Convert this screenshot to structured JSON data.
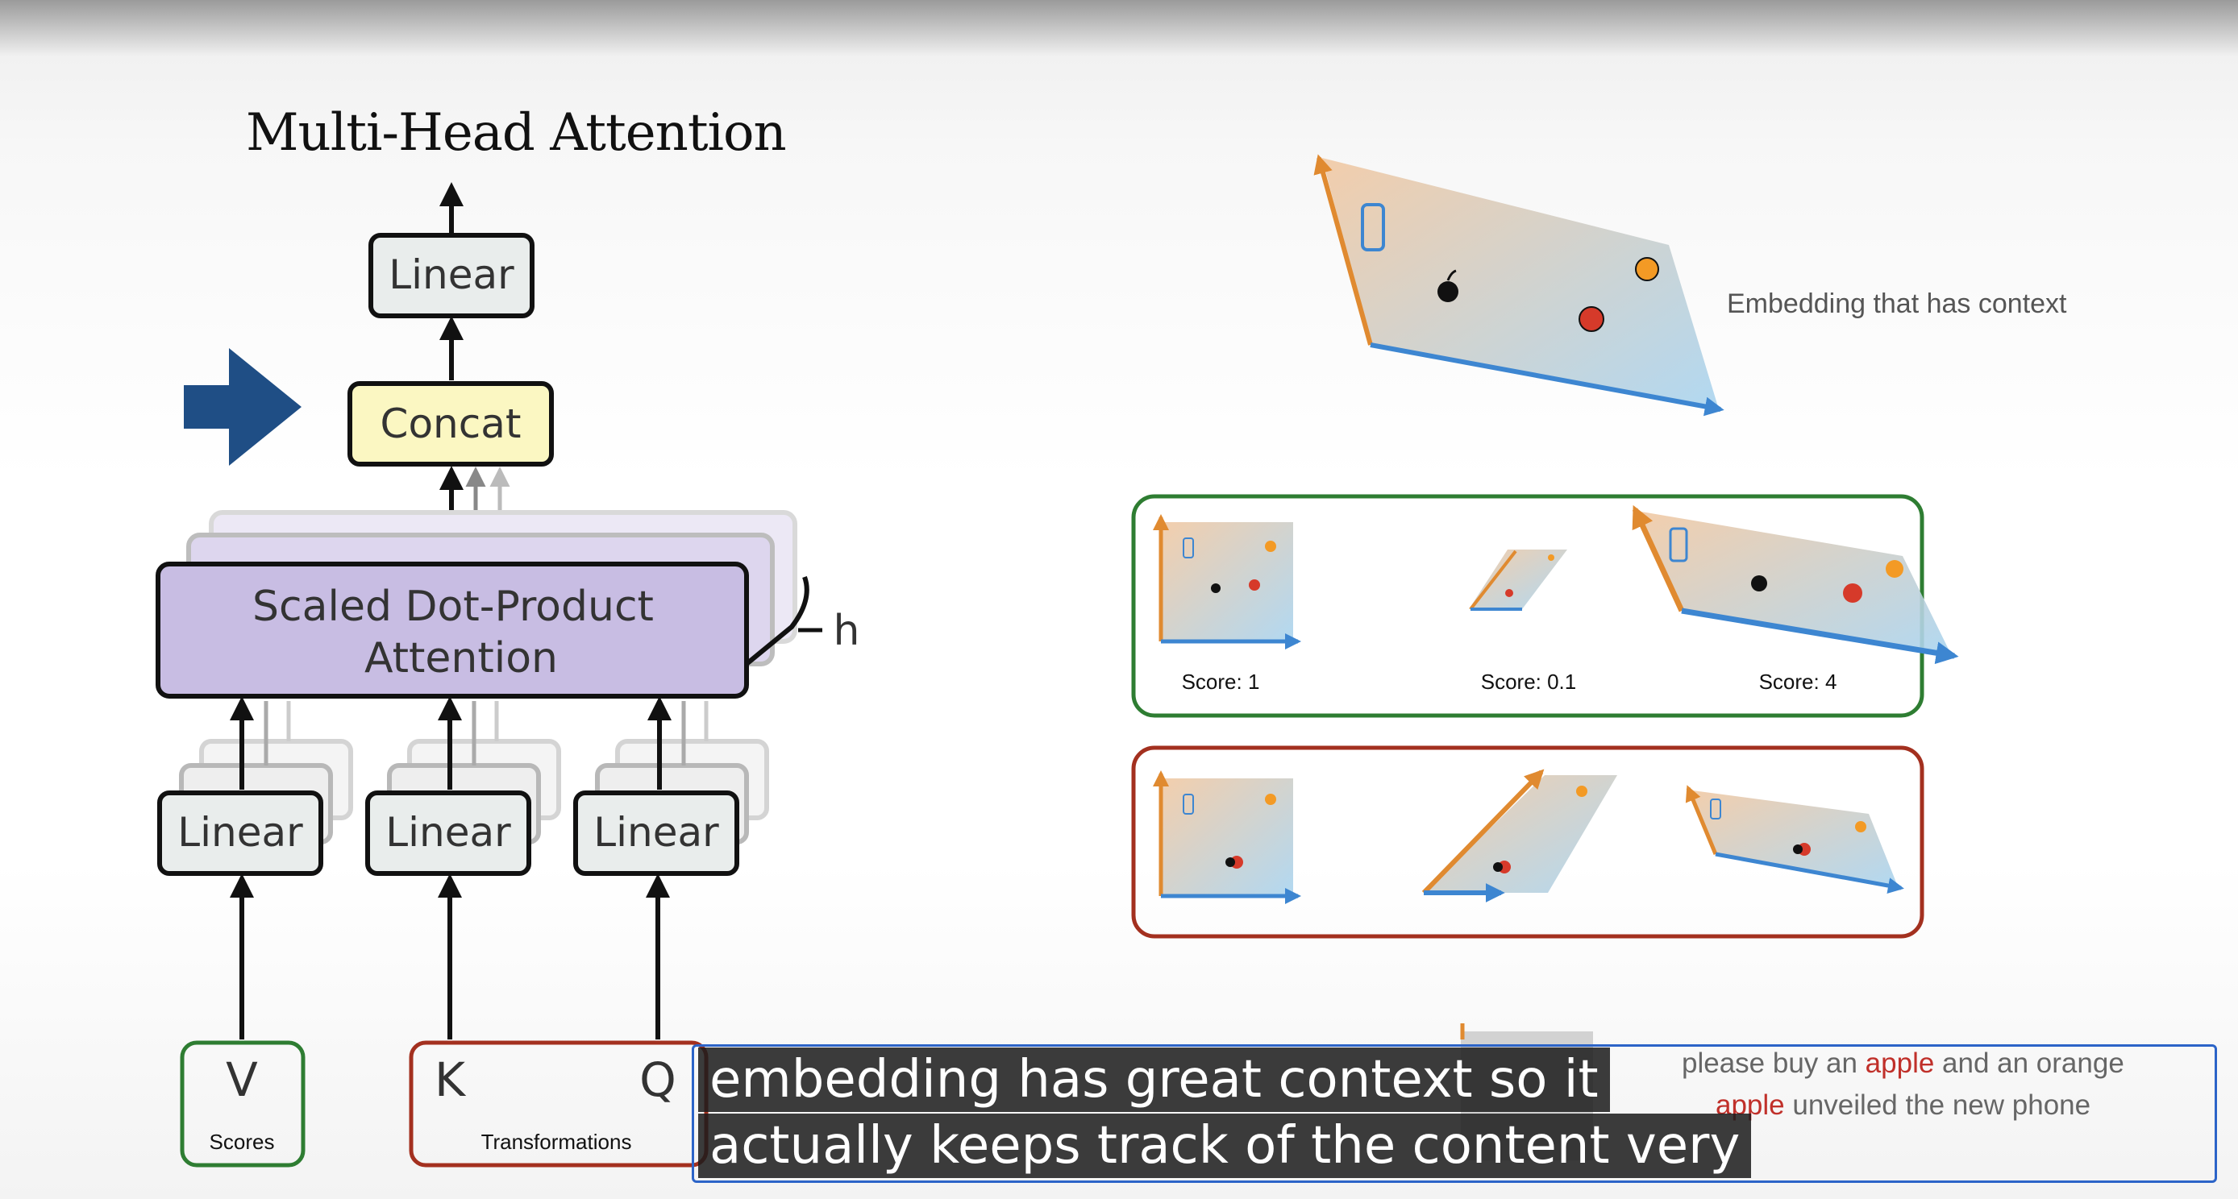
{
  "slide": {
    "title": "Multi-Head Attention",
    "linear_top": "Linear",
    "concat": "Concat",
    "attention_line1": "Scaled Dot-Product",
    "attention_line2": "Attention",
    "h_label": "h",
    "linear_labels": [
      "Linear",
      "Linear",
      "Linear"
    ],
    "v_label": "V",
    "v_caption": "Scores",
    "k_label": "K",
    "q_label": "Q",
    "kq_caption": "Transformations"
  },
  "right_panel": {
    "embedding_label": "Embedding that has context",
    "scores": [
      "Score: 1",
      "Score: 0.1",
      "Score: 4"
    ]
  },
  "examples": {
    "line1_pre": "please buy an ",
    "line1_hl": "apple",
    "line1_post": " and an orange",
    "line2_hl": "apple",
    "line2_post": " unveiled the new phone"
  },
  "subtitle": {
    "line1": "embedding has great context so it",
    "line2": "actually keeps track of the content very"
  },
  "colors": {
    "concat_fill": "#fbf7c2",
    "attention_fill": "#c8bde3",
    "linear_fill": "#e9edec",
    "arrow_blue": "#1f4e85",
    "green_frame": "#2e7d32",
    "red_frame": "#a3301f",
    "highlight": "#c0302a"
  },
  "icons": [
    "right-arrow-icon",
    "phone-icon",
    "apple-logo-icon",
    "red-apple-icon",
    "orange-icon"
  ]
}
